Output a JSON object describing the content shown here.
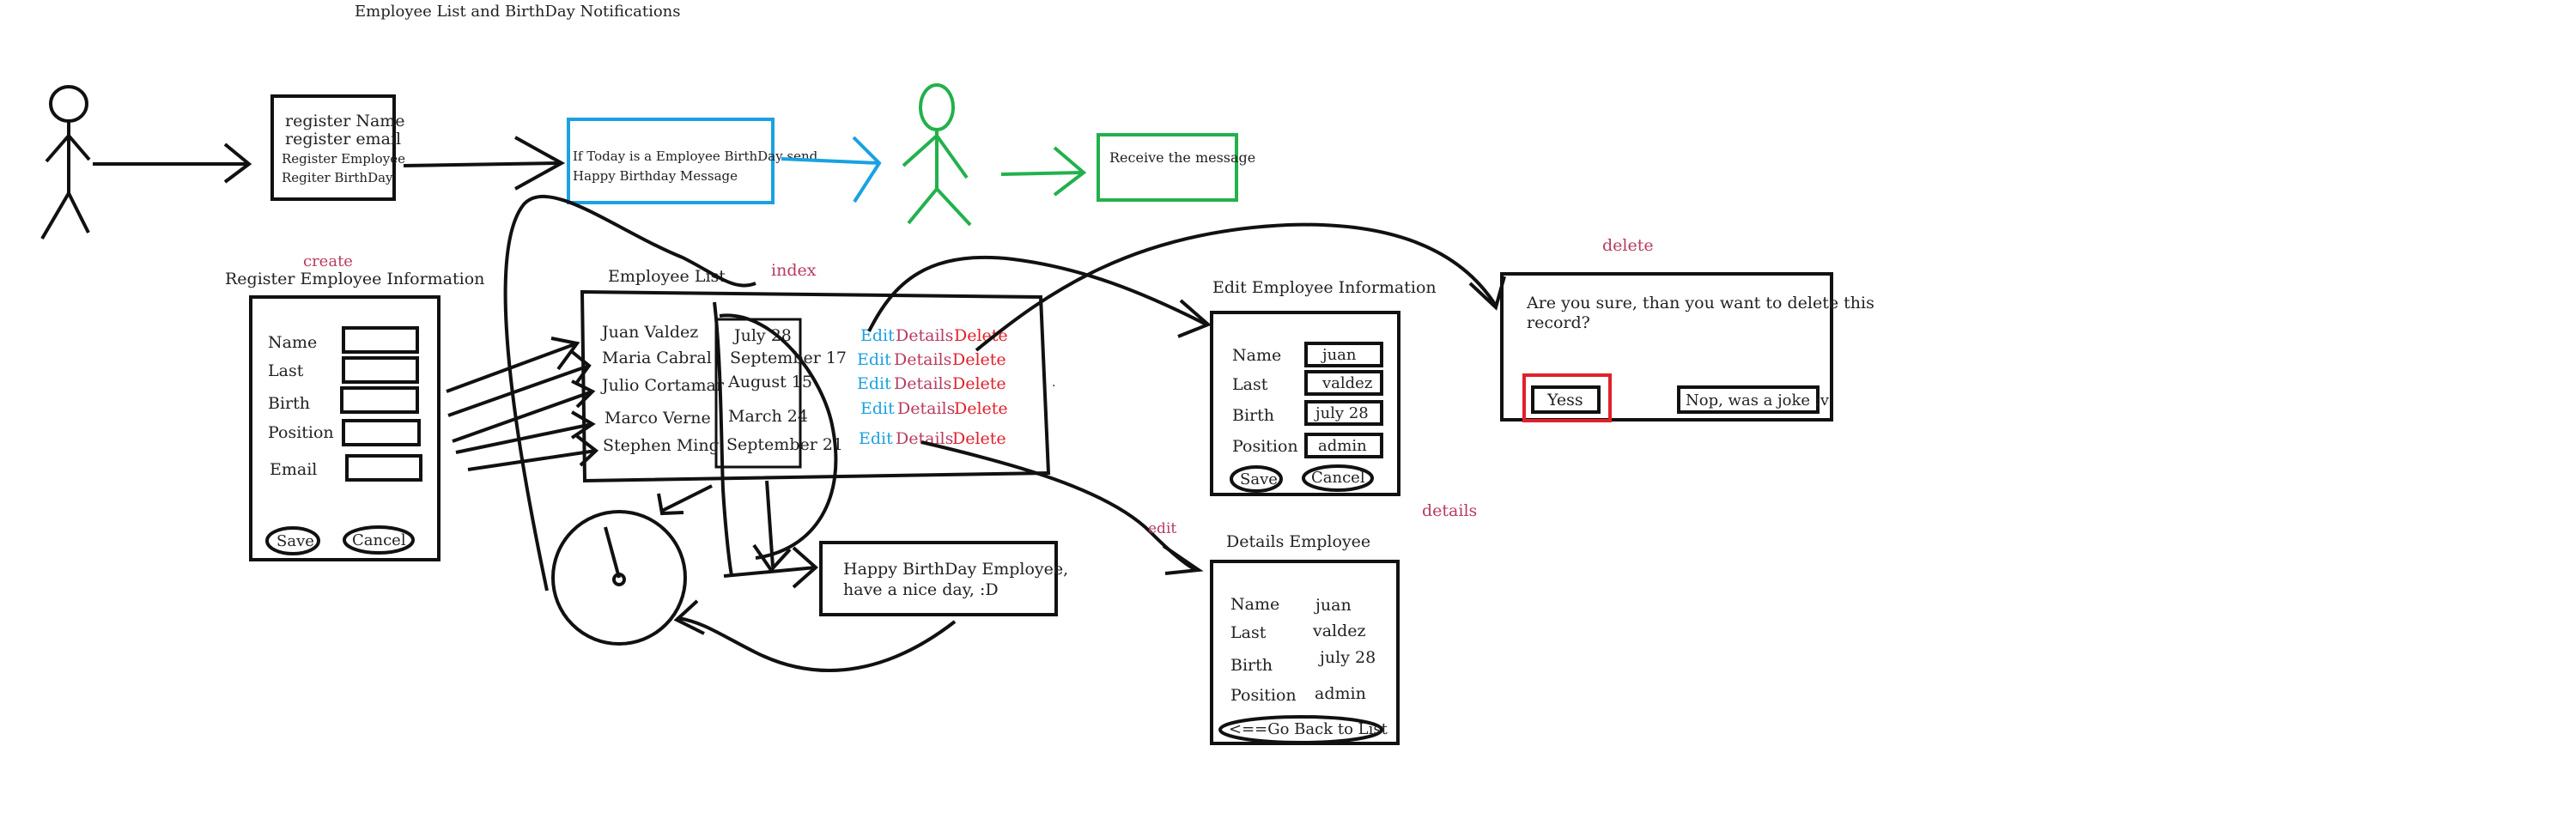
{
  "colors": {
    "ink": "#111111",
    "blue": "#1ba1e2",
    "green": "#22b14c",
    "red_label": "#b83b5e",
    "red_box": "#e0202a"
  },
  "title": "Employee List and BirthDay Notifications",
  "flow": {
    "register_box": [
      "register Name",
      "register email",
      "Register Employee",
      "Regiter BirthDay"
    ],
    "condition_box": [
      "If Today is a Employee BirthDay send",
      "Happy Birthday Message"
    ],
    "receive_box": "Receive the message"
  },
  "register_form": {
    "tag": "create",
    "title": "Register Employee Information",
    "fields": [
      "Name",
      "Last",
      "Birth",
      "Position",
      "Email"
    ],
    "save": "Save",
    "cancel": "Cancel"
  },
  "employee_list": {
    "title": "Employee List",
    "tag": "index",
    "rows": [
      {
        "name": "Juan Valdez",
        "date": "July 28"
      },
      {
        "name": "Maria Cabral",
        "date": "September 17"
      },
      {
        "name": "Julio Cortamar",
        "date": "August 15"
      },
      {
        "name": "Marco Verne",
        "date": "March 24"
      },
      {
        "name": "Stephen Ming",
        "date": "September 21"
      }
    ],
    "edit": "Edit",
    "details": "Details",
    "delete": "Delete"
  },
  "birthday_message": [
    "Happy BirthDay Employee,",
    "have a nice day, :D"
  ],
  "edit_form": {
    "title": "Edit Employee Information",
    "tag": "edit",
    "fields": [
      {
        "label": "Name",
        "value": "juan"
      },
      {
        "label": "Last",
        "value": "valdez"
      },
      {
        "label": "Birth",
        "value": "july 28"
      },
      {
        "label": "Position",
        "value": "admin"
      }
    ],
    "save": "Save",
    "cancel": "Cancel"
  },
  "details": {
    "title": "Details Employee",
    "tag": "details",
    "fields": [
      {
        "label": "Name",
        "value": "juan"
      },
      {
        "label": "Last",
        "value": "valdez"
      },
      {
        "label": "Birth",
        "value": "july 28"
      },
      {
        "label": "Position",
        "value": "admin"
      }
    ],
    "back": "<==Go Back to List"
  },
  "delete_dialog": {
    "tag": "delete",
    "question": [
      "Are you sure, than you want to delete this",
      "record?"
    ],
    "yes": "Yess",
    "no": "Nop, was a joke :v"
  }
}
